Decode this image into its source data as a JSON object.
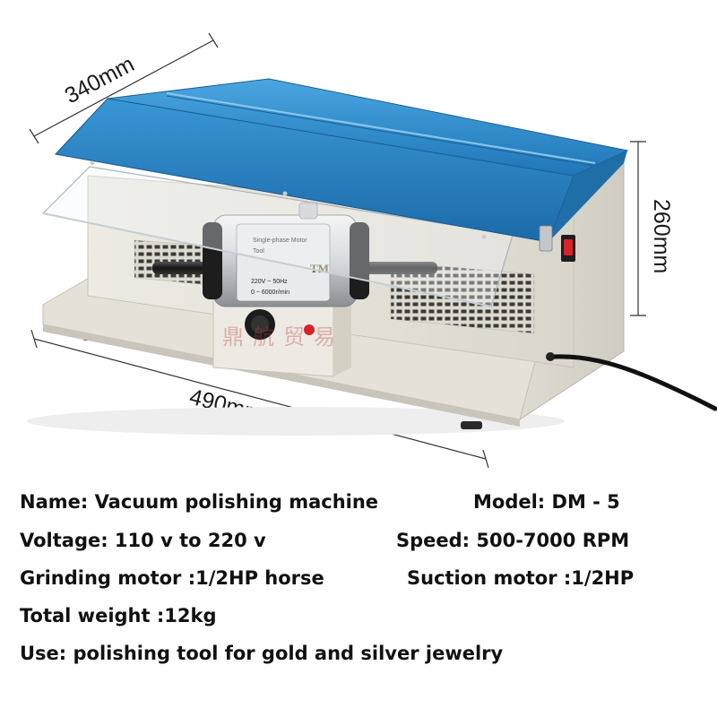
{
  "dimensions": {
    "depth": "340mm",
    "height": "260mm",
    "width": "490mm"
  },
  "watermark": "鼎航贸易",
  "motor_label": {
    "line1": "Single-phase Motor",
    "line2": "Tool",
    "brand": "TM",
    "line3": "220V ~ 50Hz",
    "line4": "0 ~ 6000r/min"
  },
  "specs": {
    "name": "Name: Vacuum polishing machine",
    "model": "Model: DM - 5",
    "voltage": "Voltage: 110 v to 220 v",
    "speed": "Speed: 500-7000 RPM",
    "grinding_motor": "Grinding motor :1/2HP horse",
    "suction_motor": "Suction motor :1/2HP",
    "weight": "Total weight :12kg",
    "use": "Use: polishing tool for gold and silver jewelry"
  },
  "colors": {
    "lid_blue": "#2f8fd0",
    "body_cream": "#e9e6dc",
    "switch_red": "#d8232a"
  }
}
